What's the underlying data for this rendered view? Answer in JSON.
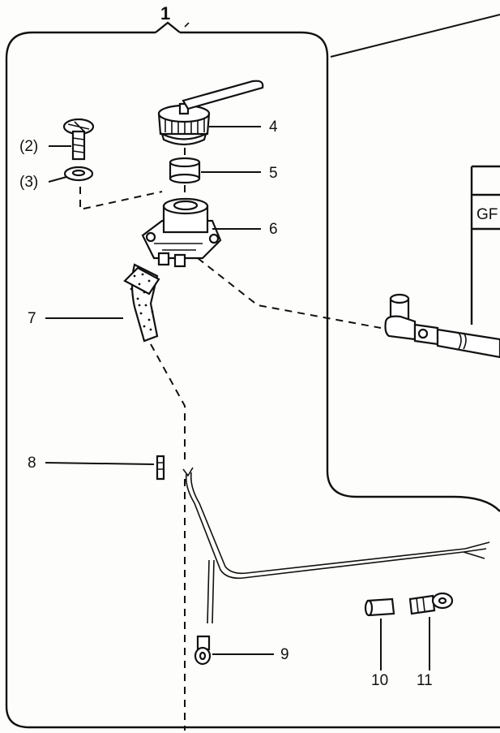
{
  "callouts": {
    "assembly": "1",
    "screw": "(2)",
    "washer": "(3)",
    "cap": "4",
    "insert": "5",
    "base": "6",
    "hose": "7",
    "plug": "8",
    "terminal": "9",
    "sleeve": "10",
    "ring_terminal": "11"
  },
  "inset_table": {
    "cell_text": "GF"
  }
}
